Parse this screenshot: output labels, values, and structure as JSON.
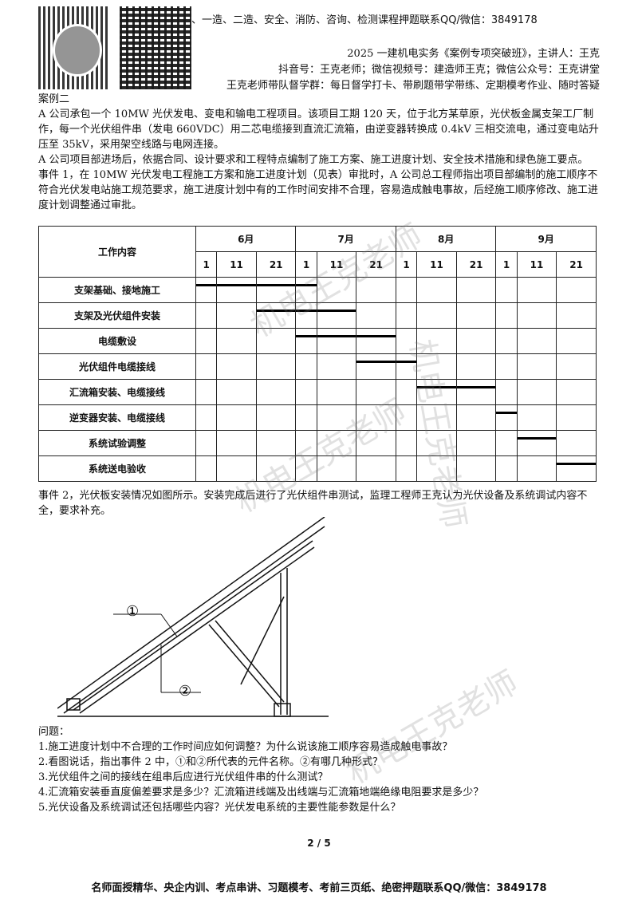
{
  "top_contact": "、一造、二造、安全、消防、咨询、检测课程押题联系QQ/微信：3849178",
  "header": {
    "line1": "2025 一建机电实务《案例专项突破班》，主讲人：王克",
    "line2": "抖音号：王克老师；微信视频号：建造师王克；微信公众号：王克讲堂",
    "line3": "王克老师带队督学群：每日督学打卡、带刷题带学带练、定期模考作业、随时答疑"
  },
  "case_title": "案例二",
  "paragraphs": [
    "A 公司承包一个 10MW 光伏发电、变电和输电工程项目。该项目工期 120 天，位于北方某草原，光伏板金属支架工厂制作，每一个光伏组件串（发电 660VDC）用二芯电缆接到直流汇流箱，由逆变器转换成 0.4kV 三相交流电，通过变电站升压至 35kV，采用架空线路与电网连接。",
    "A 公司项目部进场后，依据合同、设计要求和工程特点编制了施工方案、施工进度计划、安全技术措施和绿色施工要点。",
    "事件 1，在 10MW 光伏发电工程施工方案和施工进度计划（见表）审批时，A 公司总工程师指出项目部编制的施工顺序不符合光伏发电站施工规范要求，施工进度计划中有的工作时间安排不合理，容易造成触电事故，后经施工顺序修改、施工进度计划调整通过审批。"
  ],
  "table": {
    "header_label": "工作内容",
    "months": [
      "6月",
      "7月",
      "8月",
      "9月"
    ],
    "days": [
      "1",
      "11",
      "21",
      "1",
      "11",
      "21",
      "1",
      "11",
      "21",
      "1",
      "11",
      "21"
    ],
    "rows": [
      {
        "name": "支架基础、接地施工",
        "start": 0,
        "end": 4
      },
      {
        "name": "支架及光伏组件安装",
        "start": 2,
        "end": 5
      },
      {
        "name": "电缆敷设",
        "start": 3,
        "end": 6
      },
      {
        "name": "光伏组件电缆接线",
        "start": 5,
        "end": 7
      },
      {
        "name": "汇流箱安装、电缆接线",
        "start": 7,
        "end": 9
      },
      {
        "name": "逆变器安装、电缆接线",
        "start": 9,
        "end": 10
      },
      {
        "name": "系统试验调整",
        "start": 10,
        "end": 11
      },
      {
        "name": "系统送电验收",
        "start": 11,
        "end": 12
      }
    ]
  },
  "event2": "事件 2，光伏板安装情况如图所示。安装完成后进行了光伏组件串测试，监理工程师王克认为光伏设备及系统调试内容不全，要求补充。",
  "diagram": {
    "label1": "①",
    "label2": "②"
  },
  "questions_title": "问题：",
  "questions": [
    "1.施工进度计划中不合理的工作时间应如何调整？为什么说该施工顺序容易造成触电事故？",
    "2.看图说话，指出事件 2 中，①和②所代表的元件名称。②有哪几种形式？",
    "3.光伏组件之间的接线在组串后应进行光伏组件串的什么测试？",
    "4.汇流箱安装垂直度偏差要求是多少？汇流箱进线端及出线端与汇流箱地端绝缘电阻要求是多少？",
    "5.光伏设备及系统调试还包括哪些内容？光伏发电系统的主要性能参数是什么？"
  ],
  "page_number": "2 / 5",
  "footer": "名师面授精华、央企内训、考点串讲、习题模考、考前三页纸、绝密押题联系QQ/微信：3849178",
  "watermarks": [
    "机电王克老师",
    "机电王克老师",
    "机电王克老师",
    "机电王克老师"
  ],
  "colors": {
    "text": "#111111",
    "bar": "#000000",
    "watermark": "#b4b4b4"
  }
}
